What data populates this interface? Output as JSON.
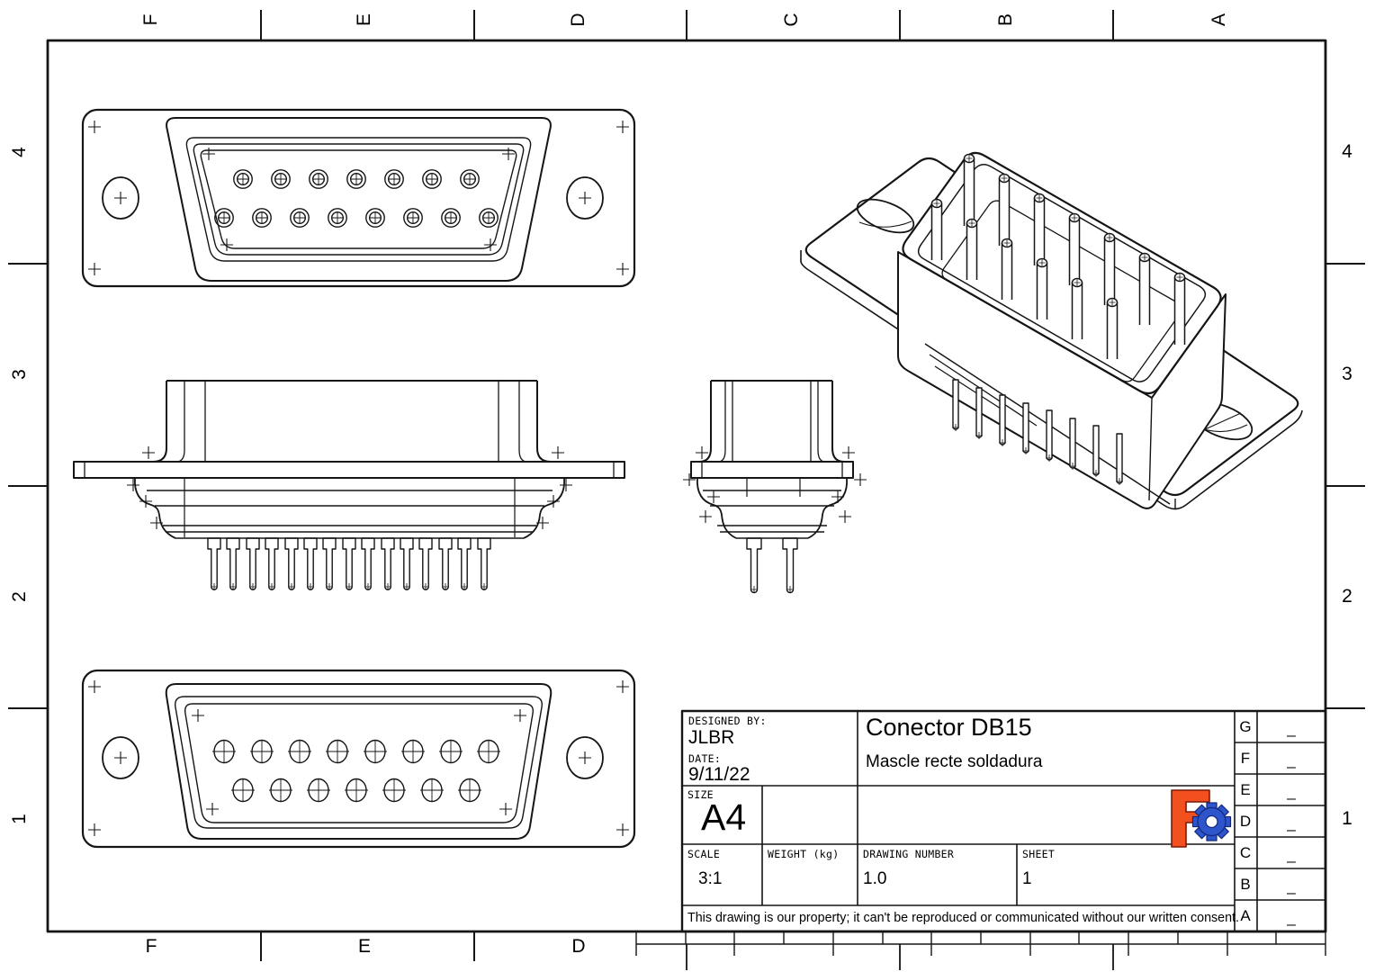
{
  "frame": {
    "top_labels": [
      "F",
      "E",
      "D",
      "C",
      "B",
      "A"
    ],
    "bottom_labels": [
      "F",
      "E",
      "D"
    ],
    "left_labels": [
      "4",
      "3",
      "2",
      "1"
    ],
    "right_labels": [
      "4",
      "3",
      "2",
      "1"
    ]
  },
  "title_block": {
    "designed_by_label": "DESIGNED BY:",
    "designed_by": "JLBR",
    "date_label": "DATE:",
    "date": "9/11/22",
    "title": "Conector DB15",
    "subtitle": "Mascle recte soldadura",
    "size_label": "SIZE",
    "size": "A4",
    "scale_label": "SCALE",
    "scale": "3:1",
    "weight_label": "WEIGHT (kg)",
    "weight": "",
    "drawing_number_label": "DRAWING NUMBER",
    "drawing_number": "1.0",
    "sheet_label": "SHEET",
    "sheet": "1",
    "disclaimer": "This drawing is our property; it can't be reproduced or communicated without our written consent.",
    "revision_rows": [
      {
        "letter": "G",
        "value": "_"
      },
      {
        "letter": "F",
        "value": "_"
      },
      {
        "letter": "E",
        "value": "_"
      },
      {
        "letter": "D",
        "value": "_"
      },
      {
        "letter": "C",
        "value": "_"
      },
      {
        "letter": "B",
        "value": "_"
      },
      {
        "letter": "A",
        "value": "_"
      }
    ]
  },
  "logo": {
    "f_color": "#f2501e",
    "gear_color": "#2f55cc",
    "outline_color": "#7a1a08",
    "gear_outline": "#10297d"
  }
}
